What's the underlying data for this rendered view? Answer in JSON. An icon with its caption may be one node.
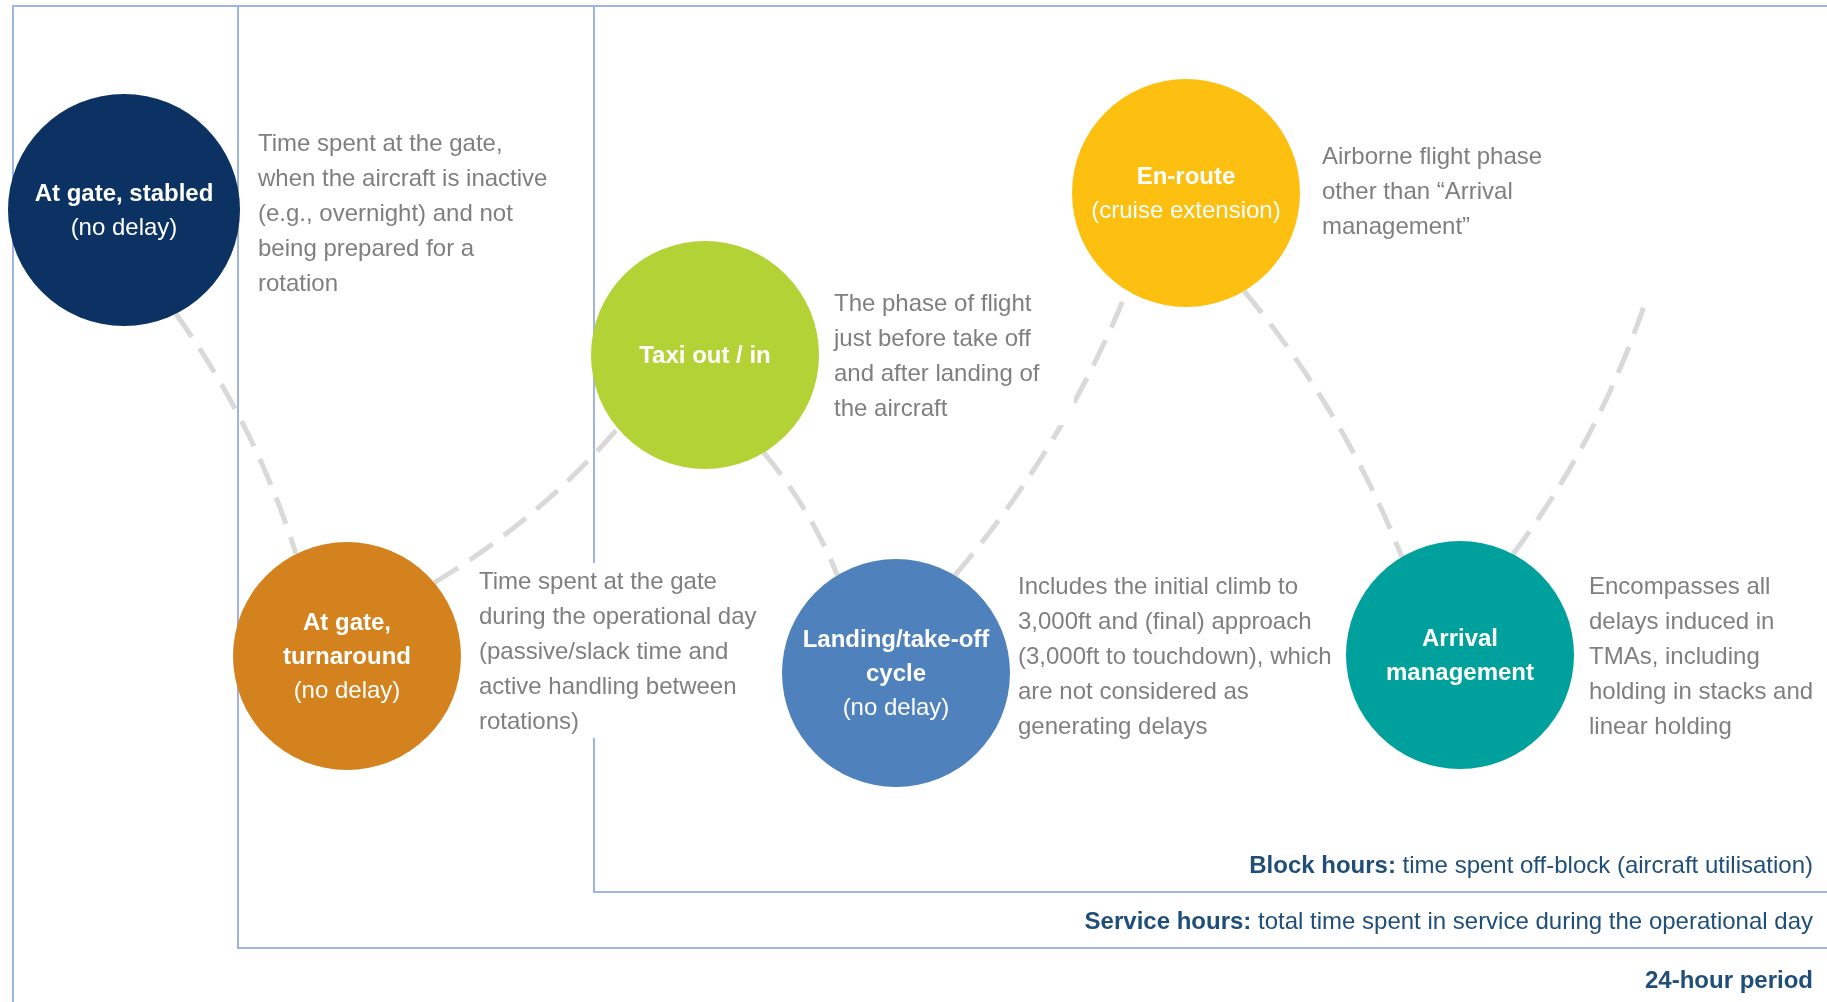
{
  "diagram": {
    "nodes": [
      {
        "text": [
          "24-hour period"
        ]
      },
      {
        "text": [
          "**Service hours:** total time spent in service during the operational day"
        ],
        "in": 0
      },
      {
        "text": [
          "**Block hours:** time spent off-block (aircraft utilisation)"
        ],
        "in": 1
      },
      {
        "text": [
          "At gate, stabled",
          "(no delay)"
        ],
        "in": 0,
        "beside": [
          "Time spent at the gate, when the aircraft is inactive (e.g., overnight) and not being prepared for a rotation"
        ]
      },
      {
        "text": [
          "At gate, turnaround",
          "(no delay)"
        ],
        "in": 1,
        "beside": [
          "Time spent at the gate during the operational day (passive/slack time and active handling between rotations)"
        ]
      },
      {
        "text": [
          "Taxi out / in"
        ],
        "in": 2,
        "beside": [
          "The phase of flight just before take off and after landing of the aircraft"
        ]
      },
      {
        "text": [
          "Landing/take-off cycle",
          "(no delay)"
        ],
        "in": 2,
        "beside": [
          "Includes the initial climb to 3,000ft and (final) approach (3,000ft to touchdown), which are not considered as generating delays"
        ]
      },
      {
        "text": [
          "En-route",
          "(cruise extension)"
        ],
        "in": 2,
        "beside": [
          "Airborne flight phase other than “Arrival management”"
        ]
      },
      {
        "text": [
          "Arrival management"
        ],
        "in": 2,
        "beside": [
          "Encompasses all delays induced in TMAs, including holding in stacks and linear holding"
        ]
      }
    ],
    "edges": [
      {
        "from": 3,
        "to": 4,
        "arrow": "none",
        "style": "dashed"
      },
      {
        "from": 4,
        "to": 5,
        "arrow": "none",
        "style": "dashed"
      },
      {
        "from": 5,
        "to": 6,
        "arrow": "none",
        "style": "dashed"
      },
      {
        "from": 6,
        "to": 7,
        "arrow": "none",
        "style": "dashed"
      },
      {
        "from": 7,
        "to": 8,
        "arrow": "none",
        "style": "dashed"
      },
      {
        "from": 8,
        "to": null,
        "arrow": "none",
        "style": "dashed"
      }
    ]
  }
}
